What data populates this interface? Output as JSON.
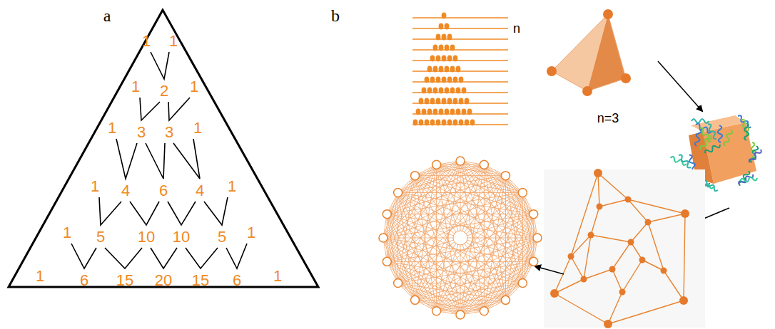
{
  "diagram": {
    "labels": [
      "a",
      "1",
      "1",
      "1",
      "2",
      "1",
      "1",
      "3",
      "3",
      "1",
      "1",
      "4",
      "6",
      "4",
      "1",
      "1",
      "5",
      "10",
      "10",
      "5",
      "1",
      "1",
      "6",
      "15",
      "20",
      "15",
      "6",
      "1",
      "b",
      "n",
      "n=3"
    ]
  }
}
